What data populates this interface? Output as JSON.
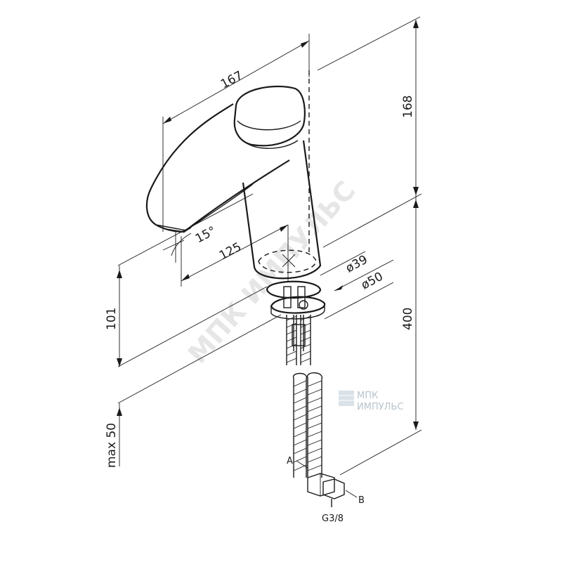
{
  "dimensions": {
    "width_167": "167",
    "height_168": "168",
    "reach_125": "125",
    "angle_15": "15°",
    "diam_39": "ø39",
    "diam_50": "ø50",
    "height_101": "101",
    "height_400": "400",
    "max_50": "max 50"
  },
  "labels": {
    "hose_a": "A",
    "hose_b": "B",
    "thread": "G3/8"
  },
  "watermark": {
    "diagonal": "МПК ИМПУЛЬС",
    "logo_line1": "МПК",
    "logo_line2": "ИМПУЛЬС"
  }
}
